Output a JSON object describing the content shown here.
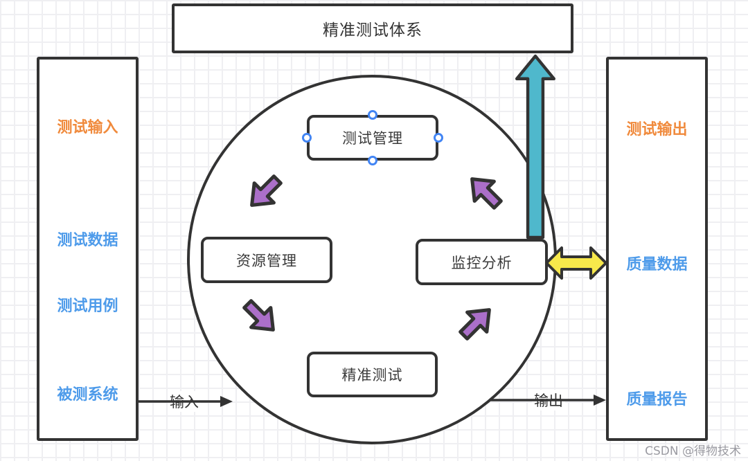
{
  "title_box": {
    "label": "精准测试体系"
  },
  "left_panel": {
    "items": [
      {
        "label": "测试输入",
        "color": "#F08A3C"
      },
      {
        "label": "测试数据",
        "color": "#4E9BEA"
      },
      {
        "label": "测试用例",
        "color": "#4E9BEA"
      },
      {
        "label": "被测系统",
        "color": "#4E9BEA"
      }
    ]
  },
  "right_panel": {
    "items": [
      {
        "label": "测试输出",
        "color": "#F08A3C"
      },
      {
        "label": "质量数据",
        "color": "#4E9BEA"
      },
      {
        "label": "质量报告",
        "color": "#4E9BEA"
      }
    ]
  },
  "cycle": {
    "nodes": [
      {
        "label": "测试管理"
      },
      {
        "label": "资源管理"
      },
      {
        "label": "监控分析"
      },
      {
        "label": "精准测试"
      }
    ]
  },
  "connectors": {
    "input_label": "输入",
    "output_label": "输出"
  },
  "colors": {
    "outline": "#333333",
    "cycle_arrow_fill": "#AB6FC9",
    "feedback_arrow_fill": "#4FB8CC",
    "exchange_arrow_fill": "#F7E84B",
    "selection_handle": "#4285F4",
    "orange_text": "#F08A3C",
    "blue_text": "#4E9BEA"
  },
  "watermark": "CSDN @得物技术"
}
